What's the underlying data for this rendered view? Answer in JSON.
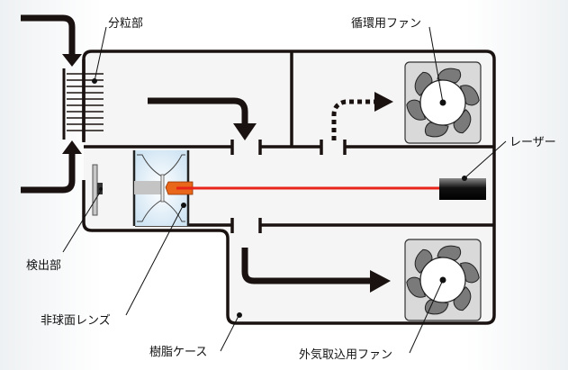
{
  "diagram": {
    "title": "",
    "labels": {
      "classifier": "分粒部",
      "circulation_fan": "循環用ファン",
      "laser": "レーザー",
      "detector": "検出部",
      "aspheric_lens": "非球面レンズ",
      "resin_case": "樹脂ケース",
      "intake_fan": "外気取込用ファン"
    },
    "colors": {
      "line": "#1a1210",
      "laser_beam": "#e8231a",
      "fan_blade": "#7a7a7a",
      "fan_bg": "#d9d9d9",
      "case_fill": "#f5f5f5",
      "lens_glass": "#dcecf7",
      "laser_tip": "#e8671a"
    },
    "components": [
      {
        "id": "classifier",
        "kind": "grille"
      },
      {
        "id": "circulation_fan",
        "kind": "fan"
      },
      {
        "id": "intake_fan",
        "kind": "fan"
      },
      {
        "id": "laser",
        "kind": "emitter"
      },
      {
        "id": "aspheric_lens",
        "kind": "lens"
      },
      {
        "id": "detector",
        "kind": "sensor"
      },
      {
        "id": "resin_case",
        "kind": "enclosure"
      }
    ],
    "flows": [
      {
        "from": "outside-top",
        "to": "classifier",
        "style": "solid"
      },
      {
        "from": "outside-bottom",
        "to": "classifier",
        "style": "solid"
      },
      {
        "from": "upper-chamber",
        "to": "center-channel",
        "style": "solid"
      },
      {
        "from": "center-channel",
        "to": "circulation_fan",
        "style": "dotted"
      },
      {
        "from": "center-channel",
        "to": "intake_fan",
        "style": "solid"
      }
    ]
  }
}
